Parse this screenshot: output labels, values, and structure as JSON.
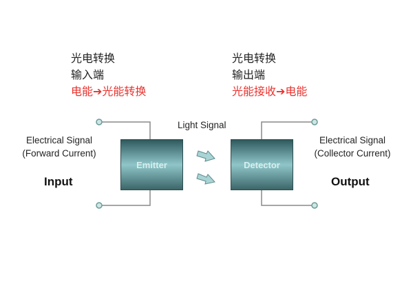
{
  "left": {
    "lines": [
      "光电转换",
      "输入端"
    ],
    "red_from": "电能",
    "red_to": "光能转换",
    "label_line1": "Electrical Signal",
    "label_line2": "(Forward Current)",
    "io": "Input",
    "box": "Emitter"
  },
  "right": {
    "lines": [
      "光电转换",
      "输出端"
    ],
    "red_from": "光能接收",
    "red_to": "电能",
    "label_line1": "Electrical Signal",
    "label_line2": "(Collector Current)",
    "io": "Output",
    "box": "Detector"
  },
  "middle": {
    "label": "Light Signal"
  },
  "colors": {
    "accent": "#e8322e",
    "box": "#5f9a9d"
  }
}
